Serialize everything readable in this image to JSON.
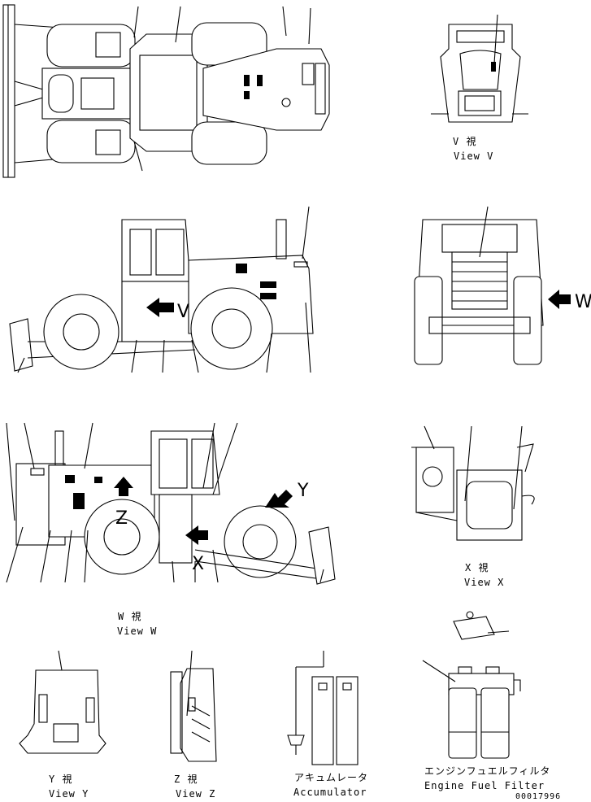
{
  "views": {
    "v": {
      "jp": "V 視",
      "en": "View V"
    },
    "w": {
      "jp": "W 視",
      "en": "View W"
    },
    "x": {
      "jp": "X 視",
      "en": "View X"
    },
    "y": {
      "jp": "Y 視",
      "en": "View Y"
    },
    "z": {
      "jp": "Z 視",
      "en": "View Z"
    },
    "accumulator": {
      "jp": "アキュムレータ",
      "en": "Accumulator"
    },
    "fuel_filter": {
      "jp": "エンジンフュエルフィルタ",
      "en": "Engine Fuel Filter"
    }
  },
  "view_markers": {
    "v": "V",
    "w": "W",
    "x": "X",
    "y": "Y",
    "z": "Z"
  },
  "drawing_code": "00017996"
}
